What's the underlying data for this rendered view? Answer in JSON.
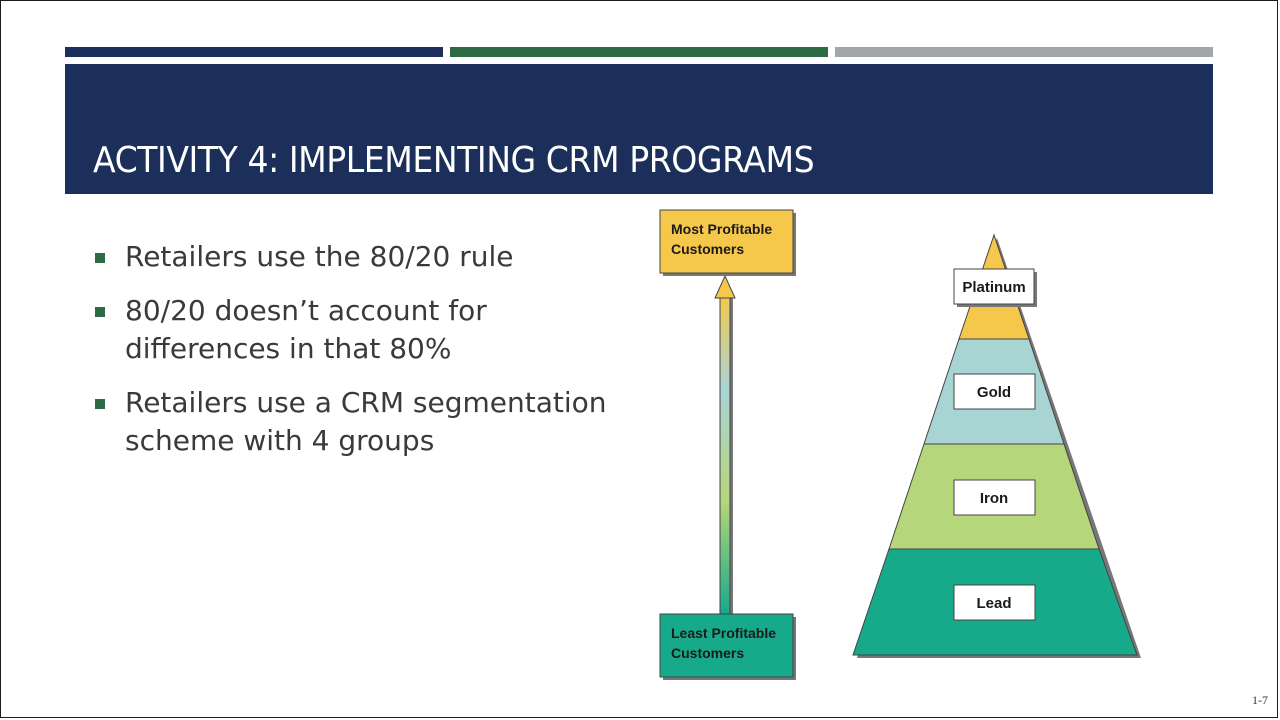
{
  "slide": {
    "title": "ACTIVITY 4: IMPLEMENTING CRM PROGRAMS",
    "page_number": "1-7",
    "colors": {
      "navy": "#1c2f5b",
      "green": "#2e6b45",
      "gray": "#a3a6a8"
    }
  },
  "bullets": [
    "Retailers use the 80/20 rule",
    "80/20 doesn’t account for differences in that 80%",
    "Retailers use a CRM segmentation scheme with 4 groups"
  ],
  "diagram": {
    "top_box": [
      "Most Profitable",
      "Customers"
    ],
    "bottom_box": [
      "Least Profitable",
      "Customers"
    ],
    "tiers": [
      {
        "label": "Platinum",
        "color": "#f5c84c"
      },
      {
        "label": "Gold",
        "color": "#a9d4d4"
      },
      {
        "label": "Iron",
        "color": "#b5d67a"
      },
      {
        "label": "Lead",
        "color": "#16a98a"
      }
    ]
  }
}
